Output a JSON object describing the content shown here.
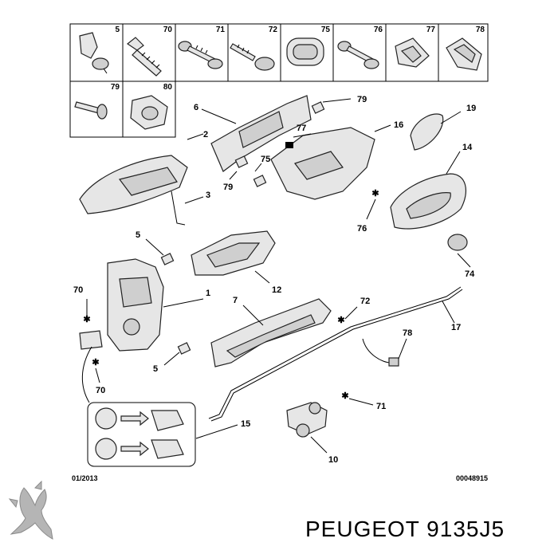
{
  "diagram": {
    "parts_grid_row1": [
      "5",
      "70",
      "71",
      "72",
      "75",
      "76",
      "77",
      "78"
    ],
    "parts_grid_row2": [
      "79",
      "80"
    ],
    "labels": {
      "l6": "6",
      "l79a": "79",
      "l19": "19",
      "l2": "2",
      "l77": "77",
      "l16": "16",
      "l14": "14",
      "l75": "75",
      "l79b": "79",
      "l3": "3",
      "l76": "76",
      "l5a": "5",
      "l12": "12",
      "l74": "74",
      "l70a": "70",
      "l1": "1",
      "l7": "7",
      "l72": "72",
      "l17": "17",
      "l78": "78",
      "l5b": "5",
      "l70b": "70",
      "l71": "71",
      "l15": "15",
      "l10": "10"
    },
    "date_code": "01/2013",
    "ref_code": "00048915"
  },
  "brand": {
    "caption": "PEUGEOT 9135J5"
  }
}
